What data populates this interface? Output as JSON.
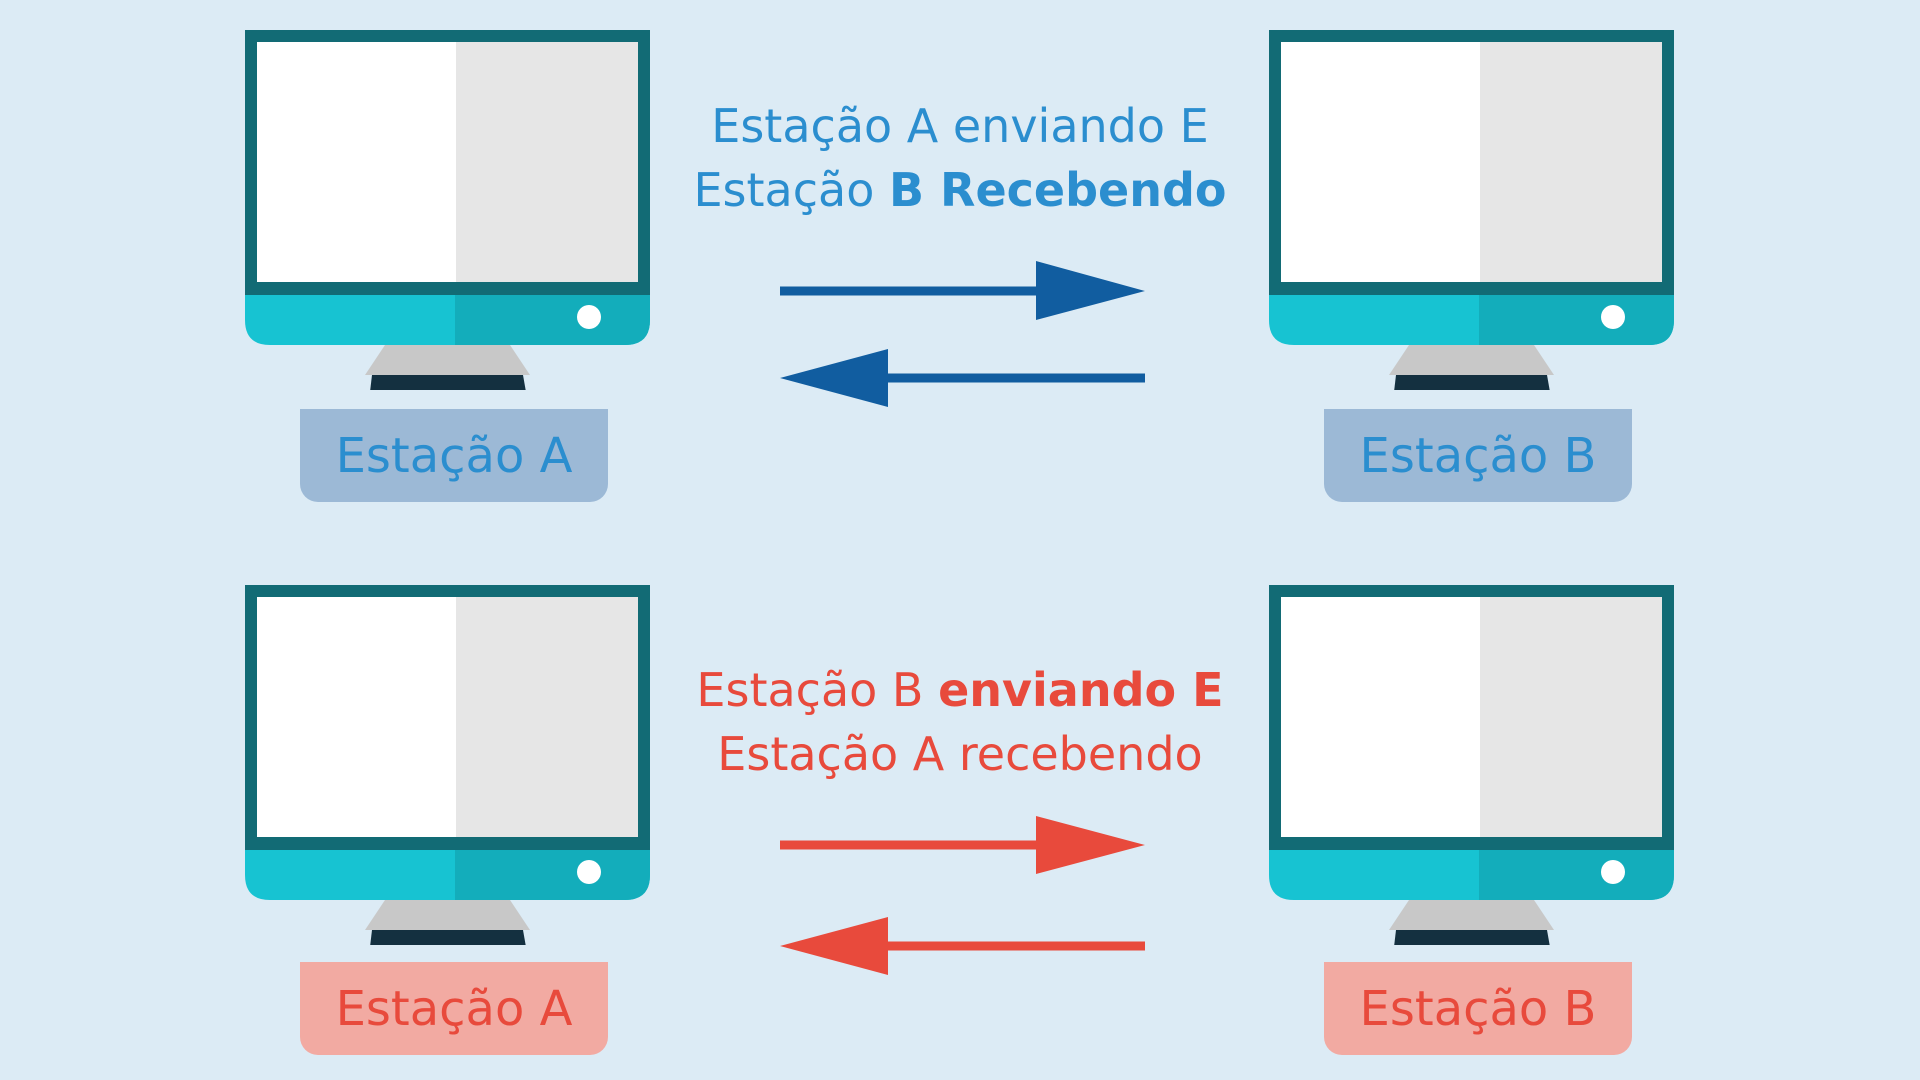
{
  "colors": {
    "background": "#dcebf5",
    "blue_text": "#2b8ecf",
    "blue_arrow": "#115da0",
    "red": "#e84a3c",
    "blue_label_bg": "#9cb9d6",
    "red_label_bg": "#f2aaa2",
    "monitor_frame": "#126b75",
    "monitor_base": "#17c3d2"
  },
  "top": {
    "caption_line1": "Estação A enviando E",
    "caption_line2_normal": "Estação ",
    "caption_line2_bold": "B Recebendo",
    "station_left_label": "Estação A",
    "station_right_label": "Estação B"
  },
  "bottom": {
    "caption_line1_normal": "Estação B ",
    "caption_line1_bold": "enviando E",
    "caption_line2": "Estação A recebendo",
    "station_left_label": "Estação A",
    "station_right_label": "Estação B"
  }
}
